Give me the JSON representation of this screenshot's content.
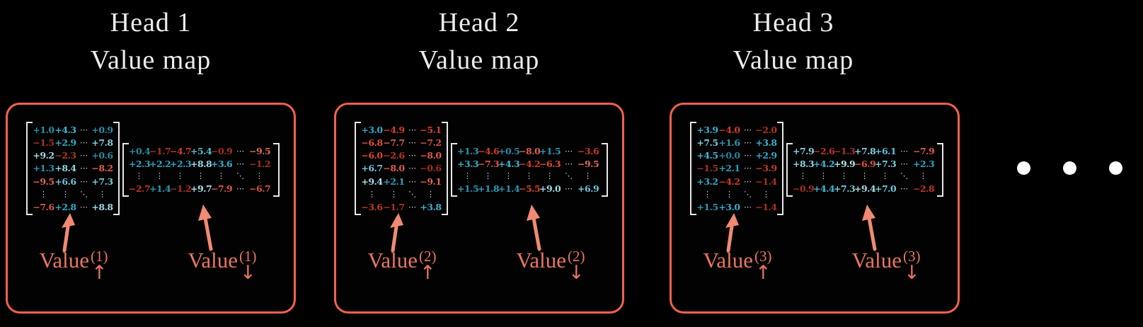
{
  "colors": {
    "accent": "#F4614C",
    "label": "#EA7660",
    "arrow": "#F08A72",
    "bracket": "#E8E8E8",
    "title": "#ECECEC",
    "dot": "#FFFFFF",
    "positive_base": "#58C4DD",
    "negative_base": "#E4604D"
  },
  "panels": [
    {
      "title_line1": "Head 1",
      "title_line2": "Value map",
      "value_up_label": {
        "base": "Value",
        "sup": "(1)",
        "arrow": "↑"
      },
      "value_down_label": {
        "base": "Value",
        "sup": "(1)",
        "arrow": "↓"
      },
      "value_up_matrix": [
        [
          "+1.0",
          "+4.3",
          "⋯",
          "+0.9"
        ],
        [
          "−1.5",
          "+2.9",
          "⋯",
          "+7.8"
        ],
        [
          "+9.2",
          "−2.3",
          "⋯",
          "+0.6"
        ],
        [
          "+1.3",
          "+8.4",
          "⋯",
          "−8.2"
        ],
        [
          "−9.5",
          "+6.6",
          "⋯",
          "+7.3"
        ],
        [
          "⋮",
          "⋮",
          "⋱",
          "⋮"
        ],
        [
          "−7.6",
          "+2.8",
          "⋯",
          "+8.8"
        ]
      ],
      "value_down_matrix": [
        [
          "+0.4",
          "−1.7",
          "−4.7",
          "+5.4",
          "−0.9",
          "⋯",
          "−9.5"
        ],
        [
          "+2.3",
          "+2.2",
          "+2.3",
          "+8.8",
          "+3.6",
          "⋯",
          "−1.2"
        ],
        [
          "⋮",
          "⋮",
          "⋮",
          "⋮",
          "⋮",
          "⋱",
          "⋮"
        ],
        [
          "−2.7",
          "+1.4",
          "−1.2",
          "+9.7",
          "−7.9",
          "⋯",
          "−6.7"
        ]
      ]
    },
    {
      "title_line1": "Head 2",
      "title_line2": "Value map",
      "value_up_label": {
        "base": "Value",
        "sup": "(2)",
        "arrow": "↑"
      },
      "value_down_label": {
        "base": "Value",
        "sup": "(2)",
        "arrow": "↓"
      },
      "value_up_matrix": [
        [
          "+3.0",
          "−4.9",
          "⋯",
          "−5.1"
        ],
        [
          "−6.8",
          "−7.7",
          "⋯",
          "−7.2"
        ],
        [
          "−6.0",
          "−2.6",
          "⋯",
          "−8.0"
        ],
        [
          "+6.7",
          "−8.0",
          "⋯",
          "−0.6"
        ],
        [
          "+9.4",
          "+2.1",
          "⋯",
          "−9.1"
        ],
        [
          "⋮",
          "⋮",
          "⋱",
          "⋮"
        ],
        [
          "−3.6",
          "−1.7",
          "⋯",
          "+3.8"
        ]
      ],
      "value_down_matrix": [
        [
          "+1.3",
          "−4.6",
          "+0.5",
          "−8.0",
          "+1.5",
          "⋯",
          "−3.6"
        ],
        [
          "+3.3",
          "−7.3",
          "+4.3",
          "−4.2",
          "−6.3",
          "⋯",
          "−9.5"
        ],
        [
          "⋮",
          "⋮",
          "⋮",
          "⋮",
          "⋮",
          "⋱",
          "⋮"
        ],
        [
          "+1.5",
          "+1.8",
          "+1.4",
          "−5.5",
          "+9.0",
          "⋯",
          "+6.9"
        ]
      ]
    },
    {
      "title_line1": "Head 3",
      "title_line2": "Value map",
      "value_up_label": {
        "base": "Value",
        "sup": "(3)",
        "arrow": "↑"
      },
      "value_down_label": {
        "base": "Value",
        "sup": "(3)",
        "arrow": "↓"
      },
      "value_up_matrix": [
        [
          "+3.9",
          "−4.0",
          "⋯",
          "−2.0"
        ],
        [
          "+7.5",
          "+1.6",
          "⋯",
          "+3.8"
        ],
        [
          "+4.5",
          "+0.0",
          "⋯",
          "+2.9"
        ],
        [
          "−1.5",
          "+2.1",
          "⋯",
          "−3.9"
        ],
        [
          "+3.2",
          "−4.2",
          "⋯",
          "−1.4"
        ],
        [
          "⋮",
          "⋮",
          "⋱",
          "⋮"
        ],
        [
          "+1.5",
          "+3.0",
          "⋯",
          "−1.4"
        ]
      ],
      "value_down_matrix": [
        [
          "+7.9",
          "−2.6",
          "−1.3",
          "+7.8",
          "+6.1",
          "⋯",
          "−7.9"
        ],
        [
          "+8.3",
          "+4.2",
          "+9.9",
          "−6.9",
          "+7.3",
          "⋯",
          "+2.3"
        ],
        [
          "⋮",
          "⋮",
          "⋮",
          "⋮",
          "⋮",
          "⋱",
          "⋮"
        ],
        [
          "−0.9",
          "+4.4",
          "+7.3",
          "+9.4",
          "+7.0",
          "⋯",
          "−2.8"
        ]
      ]
    }
  ],
  "continuation_dots": 3
}
